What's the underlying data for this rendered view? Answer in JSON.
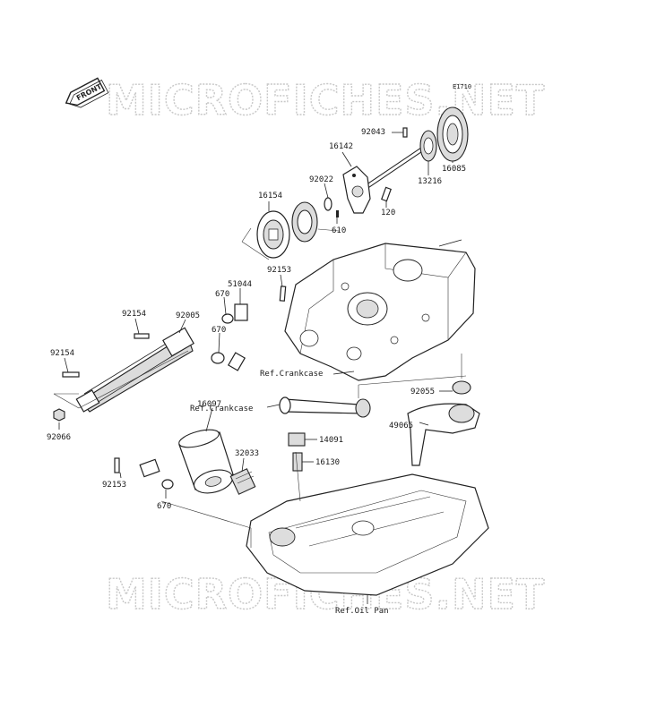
{
  "diagram": {
    "code": "E1710",
    "front_badge": "FRONT",
    "watermark": "MICROFICHES.NET",
    "colors": {
      "ink": "#222222",
      "watermark": "#c8c8c8",
      "background": "#ffffff"
    },
    "parts": {
      "p92043": "92043",
      "p16142": "16142",
      "p16085": "16085",
      "p13216": "13216",
      "p92022": "92022",
      "p16154": "16154",
      "p120": "120",
      "p610": "610",
      "p92153_top": "92153",
      "p51044": "51044",
      "p670_a": "670",
      "p670_b": "670",
      "p92154_a": "92154",
      "p92005": "92005",
      "p92154_b": "92154",
      "p92066": "92066",
      "p92055": "92055",
      "p49065": "49065",
      "p16097": "16097",
      "p14091": "14091",
      "p32033": "32033",
      "p16130": "16130",
      "p92153_bottom": "92153",
      "p670_c": "670"
    },
    "references": {
      "crankcase_1": "Ref.Crankcase",
      "crankcase_2": "Ref.Crankcase",
      "oil_pan": "Ref.Oil Pan"
    }
  }
}
